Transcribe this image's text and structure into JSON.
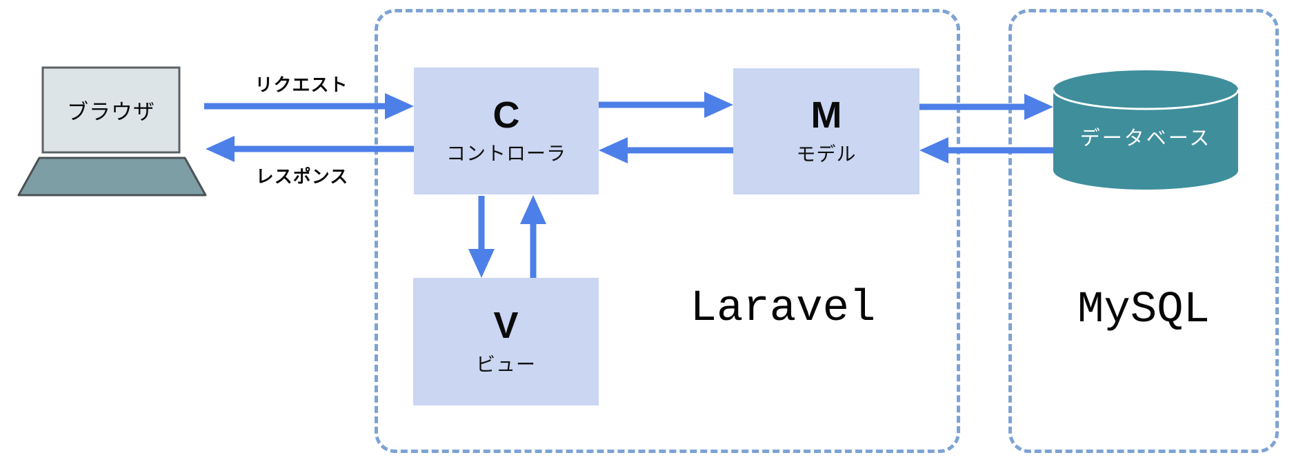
{
  "browser": {
    "label": "ブラウザ"
  },
  "flows": {
    "request_label": "リクエスト",
    "response_label": "レスポンス"
  },
  "laravel": {
    "label": "Laravel",
    "controller": {
      "letter": "C",
      "label": "コントローラ"
    },
    "model": {
      "letter": "M",
      "label": "モデル"
    },
    "view": {
      "letter": "V",
      "label": "ビュー"
    }
  },
  "mysql": {
    "label": "MySQL",
    "database": {
      "label": "データベース"
    }
  },
  "colors": {
    "arrow_blue": "#4d7fe8",
    "box_fill": "#cad6f2",
    "frame_dash_blue": "#7da3d4",
    "database_teal": "#3f8e9c",
    "laptop_screen_fill": "#dde4e7",
    "laptop_keyboard_fill": "#7e9ea6",
    "text_black": "#0b0b0b",
    "background": "#ffffff"
  }
}
